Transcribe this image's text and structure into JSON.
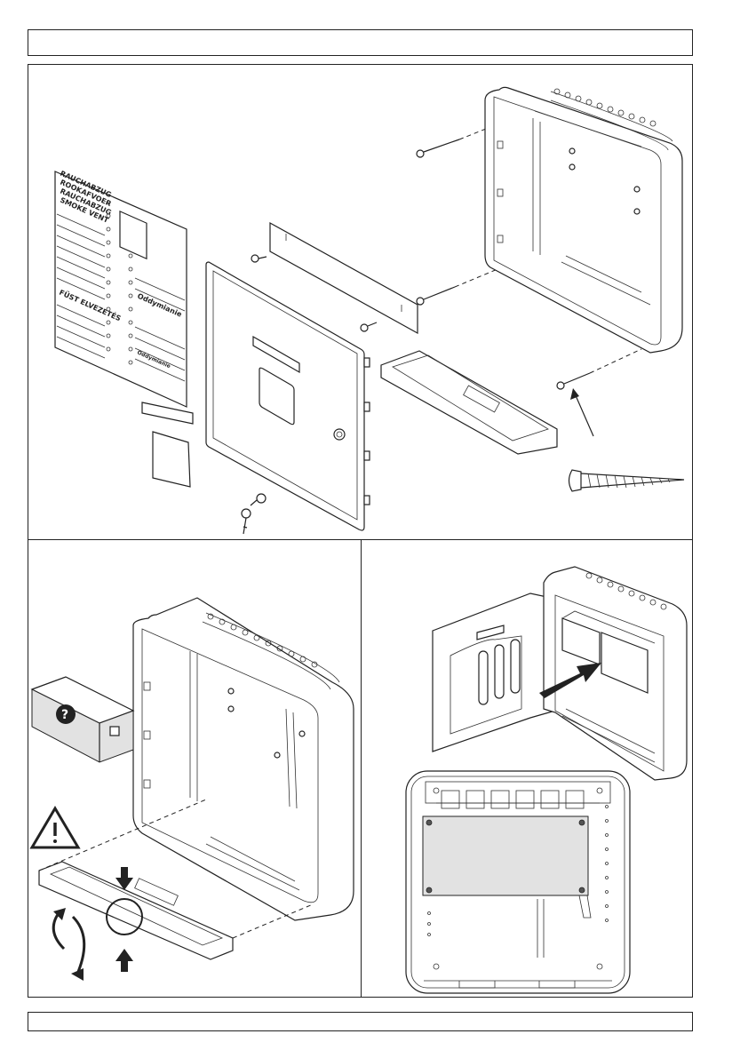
{
  "label_sheet": {
    "vertical_labels": [
      "RAUCHABZUG",
      "ROOKAFVOER",
      "RAUCHABZUG",
      "SMOKE VENT"
    ],
    "left_label": "FÜST ELVEZETÉS",
    "right_label": "Oddymianie",
    "bottom_label": "Oddymianie"
  },
  "colors": {
    "line": "#222222",
    "shade": "#e2e2e2",
    "page": "#ffffff"
  },
  "icons": [
    "warning-icon",
    "question-icon",
    "rotate-icon",
    "arrow-down-icon",
    "arrow-up-icon",
    "insert-arrow-icon"
  ]
}
